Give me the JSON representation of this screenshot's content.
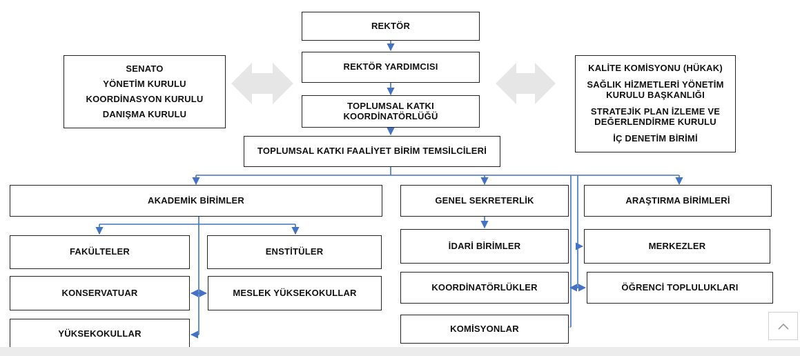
{
  "chart_data": {
    "type": "diagram",
    "nodes": {
      "rektor": "REKTÖR",
      "rektor_yardimcisi": "REKTÖR YARDIMCISI",
      "toplumsal_katki_koordinatorlugu": [
        "TOPLUMSAL KATKI",
        "KOORDİNATÖRLÜĞÜ"
      ],
      "birim_temsilcileri": "TOPLUMSAL KATKI FAALİYET BİRİM TEMSİLCİLERİ",
      "left_councils": [
        "SENATO",
        "YÖNETİM KURULU",
        "KOORDİNASYON KURULU",
        "DANIŞMA KURULU"
      ],
      "right_committees": [
        [
          "KALİTE KOMİSYONU (HÜKAK)"
        ],
        [
          "SAĞLIK HİZMETLERİ YÖNETİM",
          "KURULU BAŞKANLIĞI"
        ],
        [
          "STRATEJİK PLAN İZLEME VE",
          "DEĞERLENDİRME KURULU"
        ],
        [
          "İÇ DENETİM BİRİMİ"
        ]
      ],
      "akademik_birimler": "AKADEMİK BİRİMLER",
      "genel_sekreterlik": "GENEL SEKRETERLİK",
      "arastirma_birimleri": "ARAŞTIRMA BİRİMLERİ",
      "fakulteler": "FAKÜLTELER",
      "enstituler": "ENSTİTÜLER",
      "konservatuar": "KONSERVATUAR",
      "meslek_yuksekokullar": "MESLEK YÜKSEKOKULLAR",
      "yuksekokullar": "YÜKSEKOKULLAR",
      "idari_birimler": "İDARİ BİRİMLER",
      "koordinatorlukler": "KOORDİNATÖRLÜKLER",
      "komisyonlar": "KOMİSYONLAR",
      "merkezler": "MERKEZLER",
      "ogrenci_topluluklari": "ÖĞRENCİ TOPLULUKLARI"
    },
    "edges": [
      [
        "rektor",
        "rektor_yardimcisi"
      ],
      [
        "rektor_yardimcisi",
        "toplumsal_katki_koordinatorlugu"
      ],
      [
        "toplumsal_katki_koordinatorlugu",
        "birim_temsilcileri"
      ],
      [
        "birim_temsilcileri",
        "akademik_birimler"
      ],
      [
        "birim_temsilcileri",
        "genel_sekreterlik"
      ],
      [
        "birim_temsilcileri",
        "arastirma_birimleri"
      ],
      [
        "akademik_birimler",
        "fakulteler"
      ],
      [
        "akademik_birimler",
        "enstituler"
      ],
      [
        "akademik_birimler",
        "konservatuar"
      ],
      [
        "akademik_birimler",
        "meslek_yuksekokullar"
      ],
      [
        "akademik_birimler",
        "yuksekokullar"
      ],
      [
        "genel_sekreterlik",
        "idari_birimler"
      ],
      [
        "birim_temsilcileri",
        "merkezler"
      ],
      [
        "birim_temsilcileri",
        "koordinatorlukler"
      ],
      [
        "birim_temsilcileri",
        "ogrenci_topluluklari"
      ],
      [
        "birim_temsilcileri",
        "komisyonlar"
      ]
    ],
    "bidirectional": [
      [
        "left_councils",
        "rektor_yardimcisi"
      ],
      [
        "rektor_yardimcisi",
        "right_committees"
      ]
    ]
  },
  "colors": {
    "connector": "#4472c4",
    "double_arrow": "#e6e6e6",
    "box_border": "#222222",
    "text": "#111111"
  },
  "icons": {
    "scroll_top": "chevron-up-icon",
    "double_arrow": "double-arrow-icon"
  }
}
